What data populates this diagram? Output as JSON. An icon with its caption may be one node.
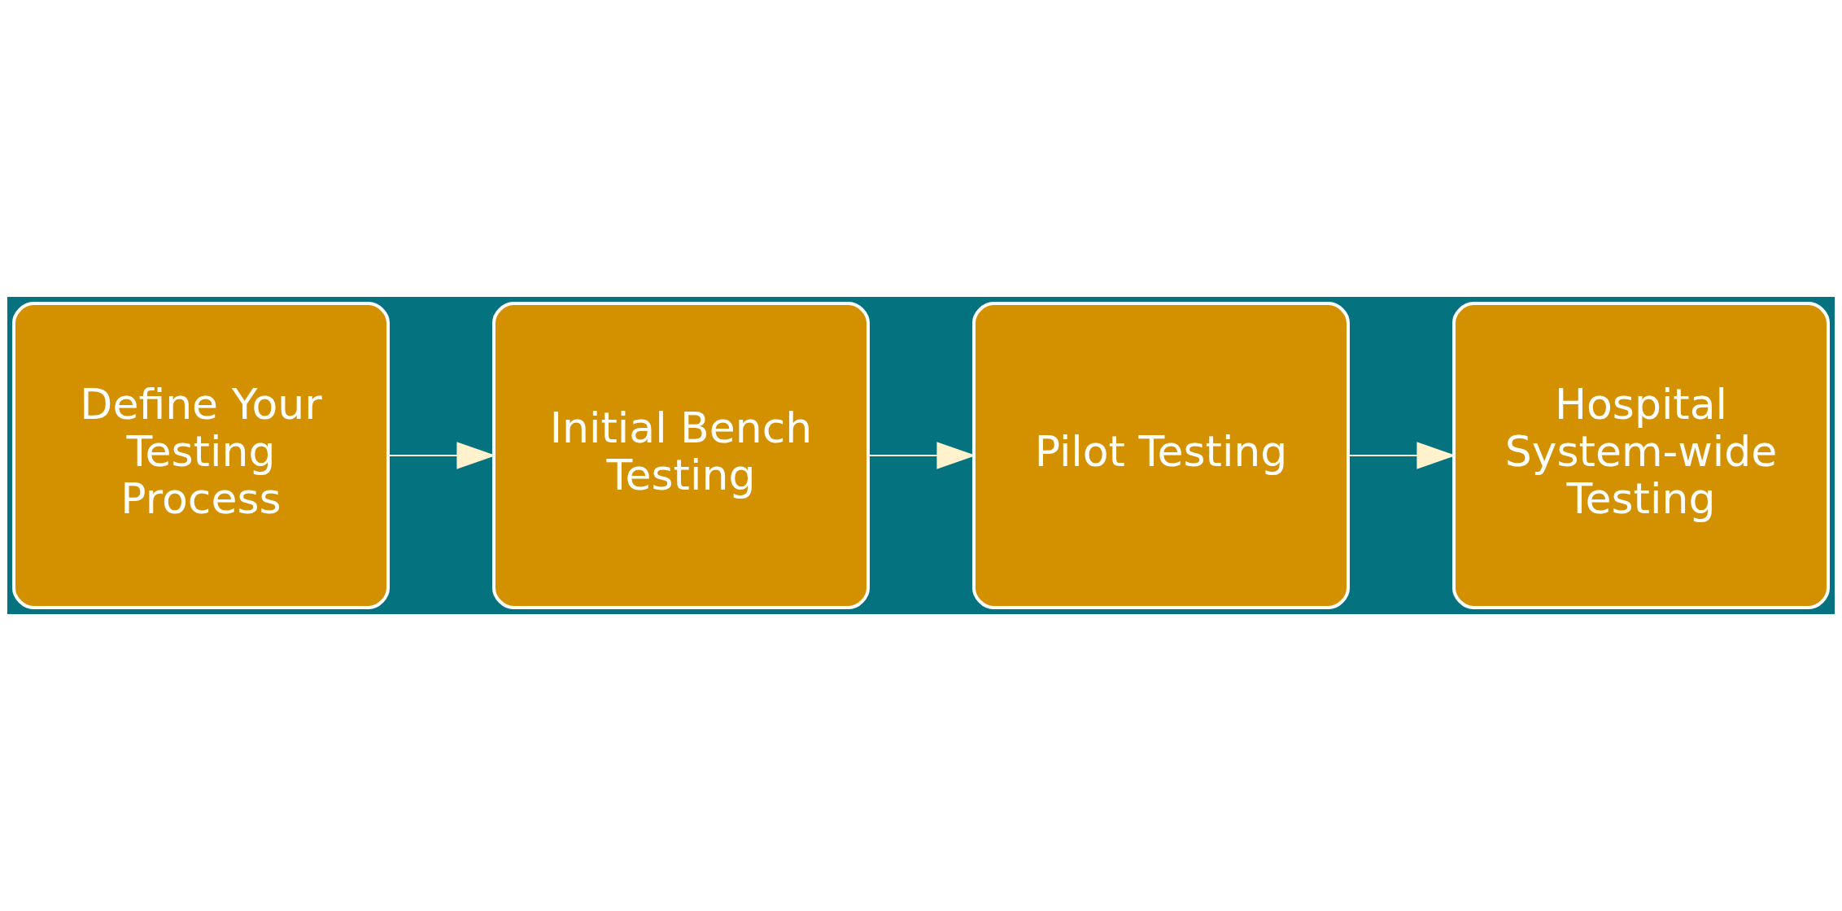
{
  "diagram": {
    "nodes": [
      {
        "text": [
          "Define Your Testing Process"
        ]
      },
      {
        "text": [
          "Initial Bench Testing"
        ]
      },
      {
        "text": [
          "Pilot Testing"
        ]
      },
      {
        "text": [
          "Hospital System-wide Testing"
        ]
      }
    ],
    "edges": [
      {
        "from": 0,
        "to": 1,
        "arrow": "to",
        "color": "#fff2cc"
      },
      {
        "from": 1,
        "to": 2,
        "arrow": "to",
        "color": "#fff2cc"
      },
      {
        "from": 2,
        "to": 3,
        "arrow": "to",
        "color": "#fff2cc"
      }
    ]
  }
}
